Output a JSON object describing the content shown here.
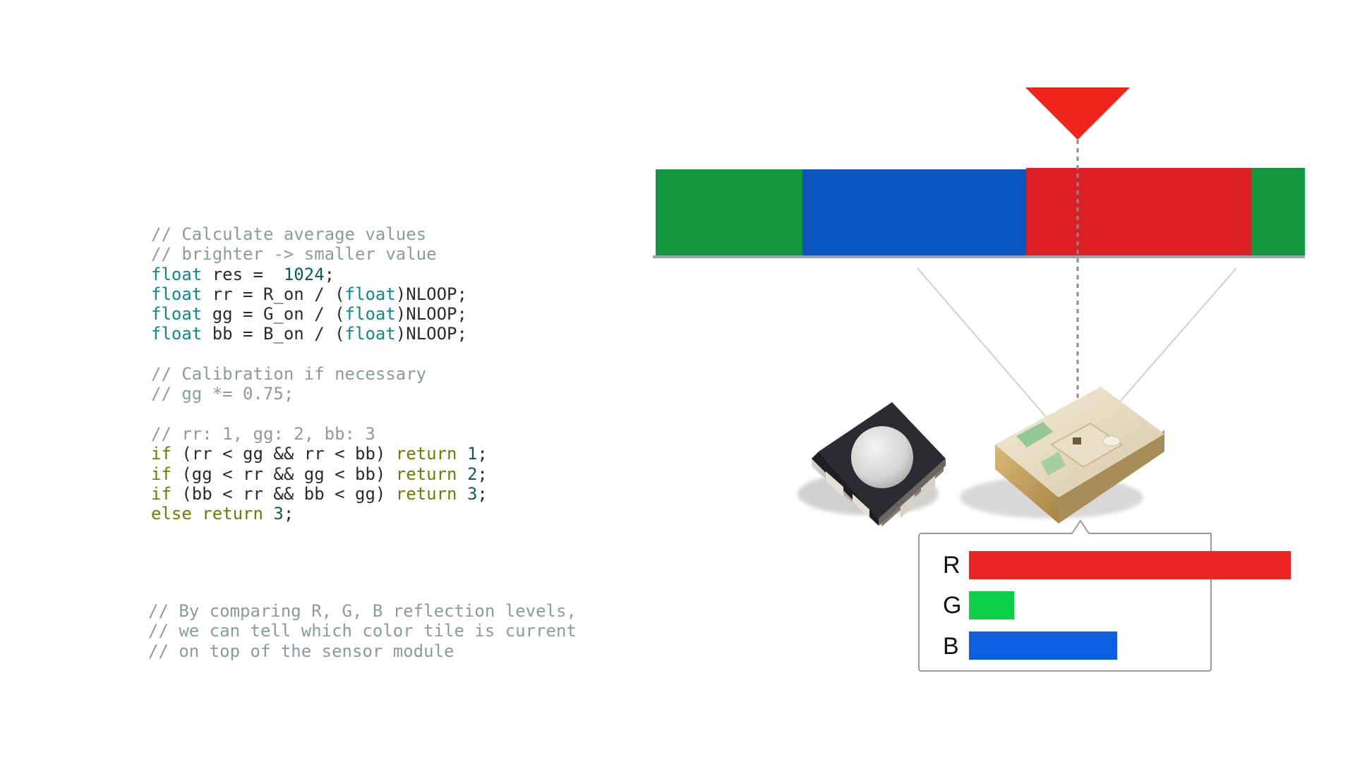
{
  "code_lines": [
    [
      {
        "c": "cm",
        "t": "// Calculate average values"
      }
    ],
    [
      {
        "c": "cm",
        "t": "// brighter -> smaller value"
      }
    ],
    [
      {
        "c": "ty",
        "t": "float"
      },
      {
        "c": "tx",
        "t": " res =  "
      },
      {
        "c": "num",
        "t": "1024"
      },
      {
        "c": "tx",
        "t": ";"
      }
    ],
    [
      {
        "c": "ty",
        "t": "float"
      },
      {
        "c": "tx",
        "t": " rr = R_on / ("
      },
      {
        "c": "ty",
        "t": "float"
      },
      {
        "c": "tx",
        "t": ")NLOOP;"
      }
    ],
    [
      {
        "c": "ty",
        "t": "float"
      },
      {
        "c": "tx",
        "t": " gg = G_on / ("
      },
      {
        "c": "ty",
        "t": "float"
      },
      {
        "c": "tx",
        "t": ")NLOOP;"
      }
    ],
    [
      {
        "c": "ty",
        "t": "float"
      },
      {
        "c": "tx",
        "t": " bb = B_on / ("
      },
      {
        "c": "ty",
        "t": "float"
      },
      {
        "c": "tx",
        "t": ")NLOOP;"
      }
    ],
    [
      {
        "c": "tx",
        "t": ""
      }
    ],
    [
      {
        "c": "cm",
        "t": "// Calibration if necessary"
      }
    ],
    [
      {
        "c": "cm",
        "t": "// gg *= 0.75;"
      }
    ],
    [
      {
        "c": "tx",
        "t": ""
      }
    ],
    [
      {
        "c": "cm",
        "t": "// rr: 1, gg: 2, bb: 3"
      }
    ],
    [
      {
        "c": "kw",
        "t": "if"
      },
      {
        "c": "tx",
        "t": " (rr < gg && rr < bb) "
      },
      {
        "c": "kw",
        "t": "return"
      },
      {
        "c": "tx",
        "t": " "
      },
      {
        "c": "num",
        "t": "1"
      },
      {
        "c": "tx",
        "t": ";"
      }
    ],
    [
      {
        "c": "kw",
        "t": "if"
      },
      {
        "c": "tx",
        "t": " (gg < rr && gg < bb) "
      },
      {
        "c": "kw",
        "t": "return"
      },
      {
        "c": "tx",
        "t": " "
      },
      {
        "c": "num",
        "t": "2"
      },
      {
        "c": "tx",
        "t": ";"
      }
    ],
    [
      {
        "c": "kw",
        "t": "if"
      },
      {
        "c": "tx",
        "t": " (bb < rr && bb < gg) "
      },
      {
        "c": "kw",
        "t": "return"
      },
      {
        "c": "tx",
        "t": " "
      },
      {
        "c": "num",
        "t": "3"
      },
      {
        "c": "tx",
        "t": ";"
      }
    ],
    [
      {
        "c": "kw",
        "t": "else"
      },
      {
        "c": "tx",
        "t": " "
      },
      {
        "c": "kw",
        "t": "return"
      },
      {
        "c": "tx",
        "t": " "
      },
      {
        "c": "num",
        "t": "3"
      },
      {
        "c": "tx",
        "t": ";"
      }
    ]
  ],
  "note_lines": [
    "// By comparing R, G, B reflection levels,",
    "// we can tell which color tile is current",
    "// on top of the sensor module"
  ],
  "colors": {
    "red": "#ec2424",
    "green": "#0ccf48",
    "blue": "#0b5fe0",
    "strip_green": "#11963f",
    "strip_blue": "#0c56c4",
    "strip_red": "#dc1f24",
    "pointer": "#f02418"
  },
  "strip": {
    "tiles": [
      "green",
      "blue",
      "red",
      "green"
    ]
  },
  "sensor_readout": {
    "bars": [
      {
        "label": "R",
        "fraction": 1.0
      },
      {
        "label": "G",
        "fraction": 0.14
      },
      {
        "label": "B",
        "fraction": 0.46
      }
    ]
  }
}
